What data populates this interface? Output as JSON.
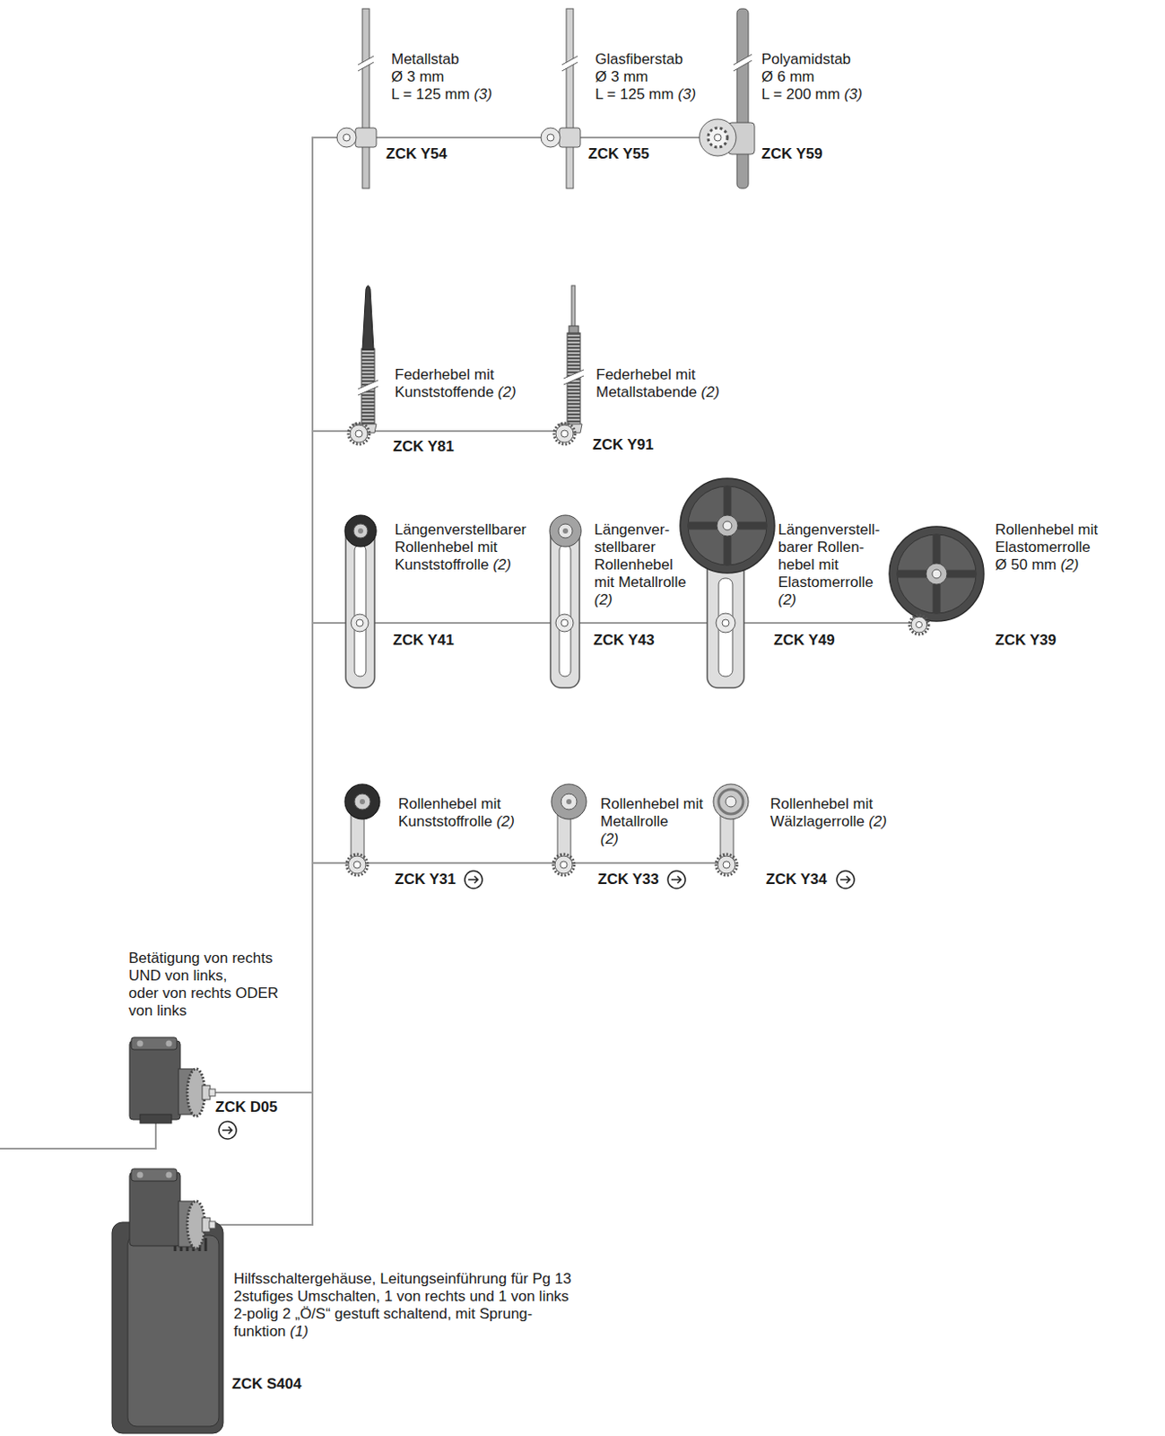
{
  "diagram": {
    "nodes": [
      {
        "text": [
          "Metallstab Ø 3 mm L = 125 mm (3)",
          "ZCK Y54"
        ]
      },
      {
        "text": [
          "Glasfiberstab Ø 3 mm L = 125 mm (3)",
          "ZCK Y55"
        ]
      },
      {
        "text": [
          "Polyamidstab Ø 6 mm L = 200 mm (3)",
          "ZCK Y59"
        ]
      },
      {
        "text": [
          "Federhebel mit Kunststoffende (2)",
          "ZCK Y81"
        ]
      },
      {
        "text": [
          "Federhebel mit Metallstabende (2)",
          "ZCK Y91"
        ]
      },
      {
        "text": [
          "Längenverstellbarer Rollenhebel mit Kunststoffrolle (2)",
          "ZCK Y41"
        ]
      },
      {
        "text": [
          "Längenver- stellbarer Rollenhebel mit Metallrolle (2)",
          "ZCK Y43"
        ]
      },
      {
        "text": [
          "Längenverstell- barer Rollen- hebel mit Elastomerrolle (2)",
          "ZCK Y49"
        ]
      },
      {
        "text": [
          "Rollenhebel mit Elastomerrolle Ø 50 mm (2)",
          "ZCK Y39"
        ]
      },
      {
        "text": [
          "Rollenhebel mit Kunststoffrolle (2)",
          "ZCK Y31"
        ]
      },
      {
        "text": [
          "Rollenhebel mit Metallrolle (2)",
          "ZCK Y33"
        ]
      },
      {
        "text": [
          "Rollenhebel mit Wälzlagerrolle (2)",
          "ZCK Y34"
        ]
      },
      {
        "text": [
          "Betätigung von rechts UND von links, oder von rechts ODER von links",
          "ZCK D05"
        ]
      },
      {
        "text": [
          "Hilfsschaltergehäuse, Leitungseinführung für Pg 13 2stufiges Umschalten, 1 von rechts und 1 von links 2-polig 2 „Ö/S“ gestuft schaltend, mit Sprung- funktion (1)",
          "ZCK S404"
        ]
      }
    ],
    "edges": [
      {
        "from": 12,
        "to": 0,
        "arrow": "none"
      },
      {
        "from": 12,
        "to": 3,
        "arrow": "none"
      },
      {
        "from": 12,
        "to": 5,
        "arrow": "none"
      },
      {
        "from": 12,
        "to": 9,
        "arrow": "none"
      },
      {
        "from": 13,
        "to": 0,
        "arrow": "none"
      },
      {
        "from": 13,
        "to": 3,
        "arrow": "none"
      },
      {
        "from": 13,
        "to": 5,
        "arrow": "none"
      },
      {
        "from": 13,
        "to": 9,
        "arrow": "none"
      },
      {
        "from": 0,
        "to": 1,
        "arrow": "none"
      },
      {
        "from": 1,
        "to": 2,
        "arrow": "none"
      },
      {
        "from": 3,
        "to": 4,
        "arrow": "none"
      },
      {
        "from": 5,
        "to": 6,
        "arrow": "none"
      },
      {
        "from": 6,
        "to": 7,
        "arrow": "none"
      },
      {
        "from": 7,
        "to": 8,
        "arrow": "none"
      },
      {
        "from": 9,
        "to": 10,
        "arrow": "none"
      },
      {
        "from": 10,
        "to": 11,
        "arrow": "none"
      }
    ]
  }
}
